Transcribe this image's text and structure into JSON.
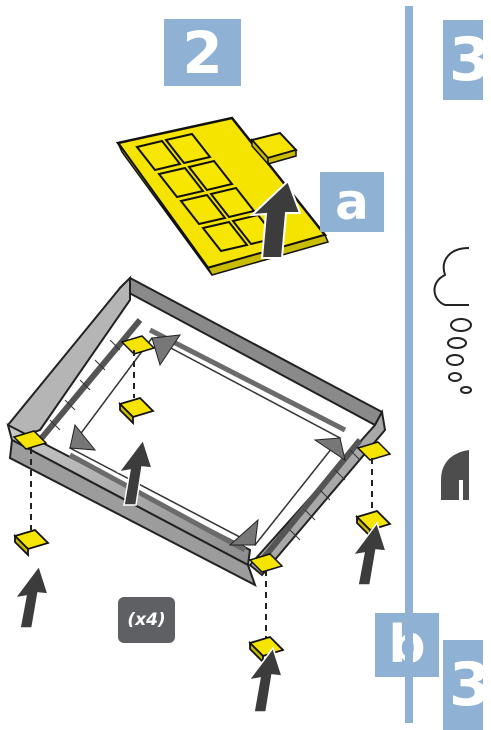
{
  "steps": {
    "current": "2",
    "next_top": "3",
    "next_bottom": "3"
  },
  "labels": {
    "a": "a",
    "b": "b",
    "quantity": "(x4)"
  },
  "colors": {
    "badge": "#8fb1d4",
    "pad": "#f5e400",
    "pad_outline": "#111111",
    "frame": "#9a9a9a",
    "arrow": "#3c3c3c",
    "quantity_box": "#5f6063"
  },
  "icons": [
    "pad-sheet-icon",
    "pad-icon",
    "up-arrow-icon",
    "pedestal-frame-icon",
    "speech-bubble-icon",
    "dark-shape-icon"
  ]
}
